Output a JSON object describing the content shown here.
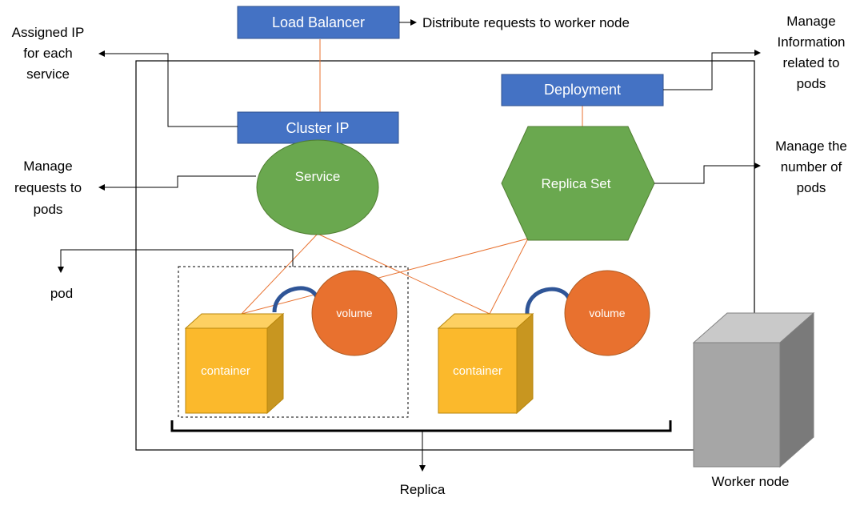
{
  "boxes": {
    "load_balancer": "Load Balancer",
    "cluster_ip": "Cluster IP",
    "deployment": "Deployment"
  },
  "shapes": {
    "service": "Service",
    "replica_set": "Replica Set",
    "volume_1": "volume",
    "volume_2": "volume",
    "container_1": "container",
    "container_2": "container"
  },
  "annotations": {
    "load_balancer_note": "Distribute requests to worker node",
    "assigned_ip": [
      "Assigned IP",
      "for each",
      "service"
    ],
    "manage_requests": [
      "Manage",
      "requests to",
      "pods"
    ],
    "pod": "pod",
    "manage_info": [
      "Manage",
      "Information",
      "related to",
      "pods"
    ],
    "manage_number": [
      "Manage the",
      "number of",
      "pods"
    ],
    "replica": "Replica",
    "worker_node": "Worker node"
  },
  "colors": {
    "box_blue": "#4472C4",
    "green": "#6AA84F",
    "orange": "#E8712F",
    "container_yellow": "#FBB92C",
    "link_blue": "#2F5597",
    "server_gray": "#A6A6A6"
  }
}
